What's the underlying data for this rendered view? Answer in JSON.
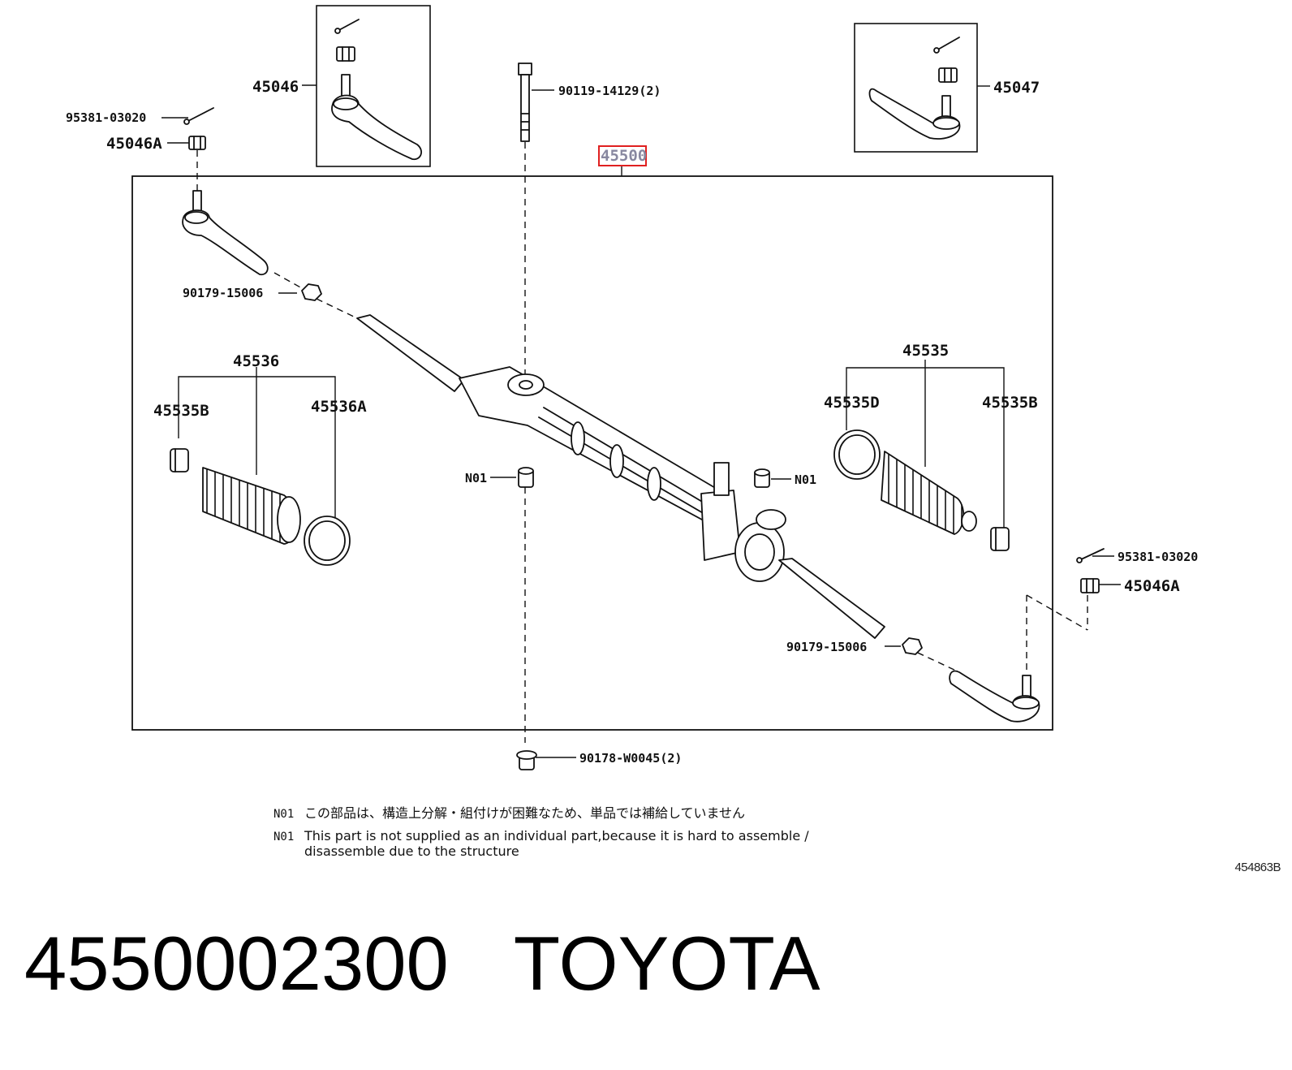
{
  "callouts": {
    "tie_rod_end_rh_box": "45046",
    "tie_rod_end_lh_box": "45047",
    "cotter_pin_left": "95381-03020",
    "nut_left": "45046A",
    "bolt": "90119-14129(2)",
    "assembly": "45500",
    "lock_nut_left": "90179-15006",
    "boot_set_left": "45536",
    "clip_left": "45535B",
    "clamp_left": "45536A",
    "boot_set_right": "45535",
    "clamp_right": "45535D",
    "clip_right": "45535B",
    "bushing_left": "N01",
    "bushing_right": "N01",
    "cotter_pin_right": "95381-03020",
    "nut_right": "45046A",
    "lock_nut_right": "90179-15006",
    "mount_nut": "90178-W0045(2)"
  },
  "highlight_color": "#e02020",
  "notes": {
    "jp": {
      "tag": "N01",
      "text": "この部品は、構造上分解・組付けが困難なため、単品では補給していません"
    },
    "en": {
      "tag": "N01",
      "line1": "This part is not supplied as an individual part,because it is hard to assemble /",
      "line2": "disassemble due to the structure"
    }
  },
  "diagram_code": "454863B",
  "footer": {
    "part_number": "4550002300",
    "brand": "TOYOTA"
  }
}
